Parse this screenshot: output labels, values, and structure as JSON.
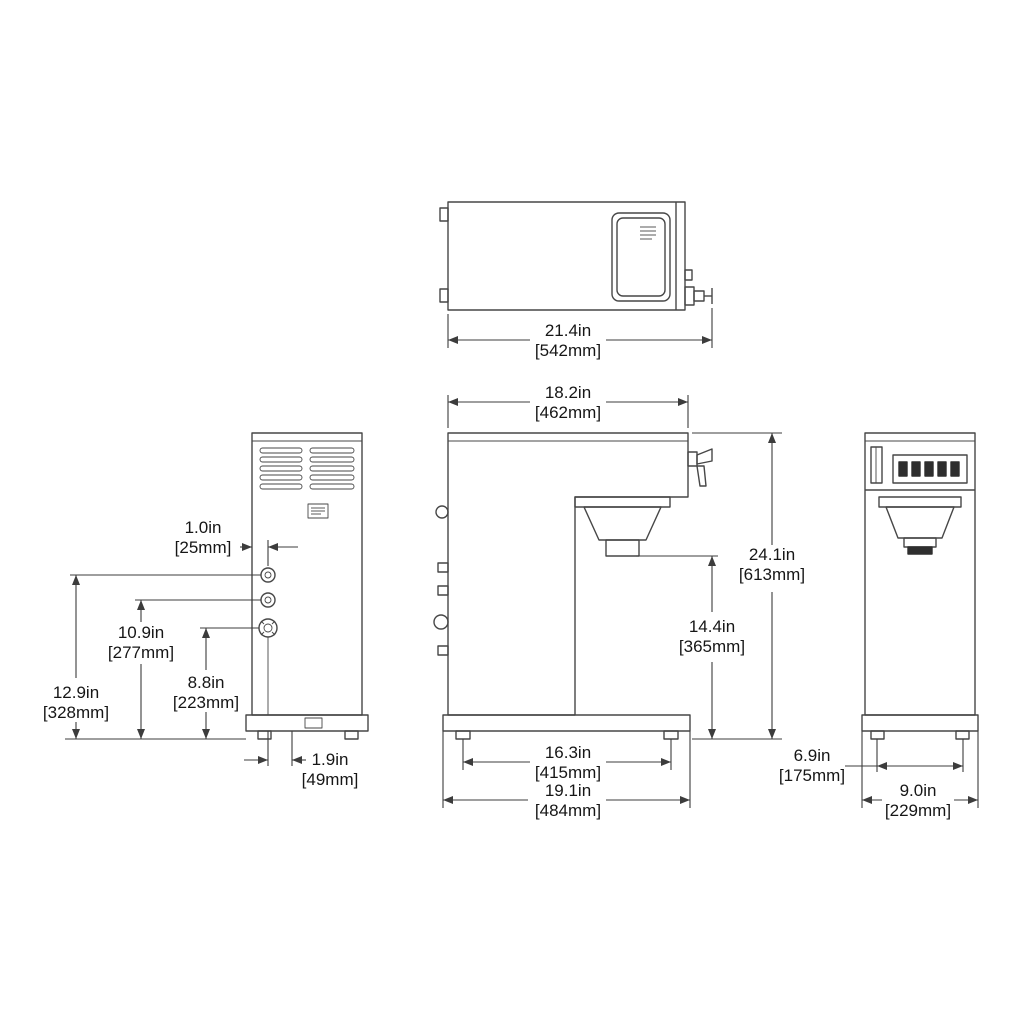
{
  "drawing": {
    "description": "coffee-brewer-dimension-drawing",
    "background": "#ffffff",
    "line_color": "#474747",
    "text_color": "#161616"
  },
  "dimensions": {
    "overall_depth": {
      "inches": "21.4in",
      "metric": "[542mm]"
    },
    "body_depth": {
      "inches": "18.2in",
      "metric": "[462mm]"
    },
    "overall_height": {
      "inches": "24.1in",
      "metric": "[613mm]"
    },
    "funnel_clearance": {
      "inches": "14.4in",
      "metric": "[365mm]"
    },
    "foot_span_depth": {
      "inches": "16.3in",
      "metric": "[415mm]"
    },
    "base_depth": {
      "inches": "19.1in",
      "metric": "[484mm]"
    },
    "fitting_offset": {
      "inches": "1.0in",
      "metric": "[25mm]"
    },
    "fitting_height_top": {
      "inches": "12.9in",
      "metric": "[328mm]"
    },
    "fitting_height_mid": {
      "inches": "10.9in",
      "metric": "[277mm]"
    },
    "fitting_height_low": {
      "inches": "8.8in",
      "metric": "[223mm]"
    },
    "drain_offset": {
      "inches": "1.9in",
      "metric": "[49mm]"
    },
    "foot_span_width": {
      "inches": "6.9in",
      "metric": "[175mm]"
    },
    "overall_width": {
      "inches": "9.0in",
      "metric": "[229mm]"
    }
  }
}
